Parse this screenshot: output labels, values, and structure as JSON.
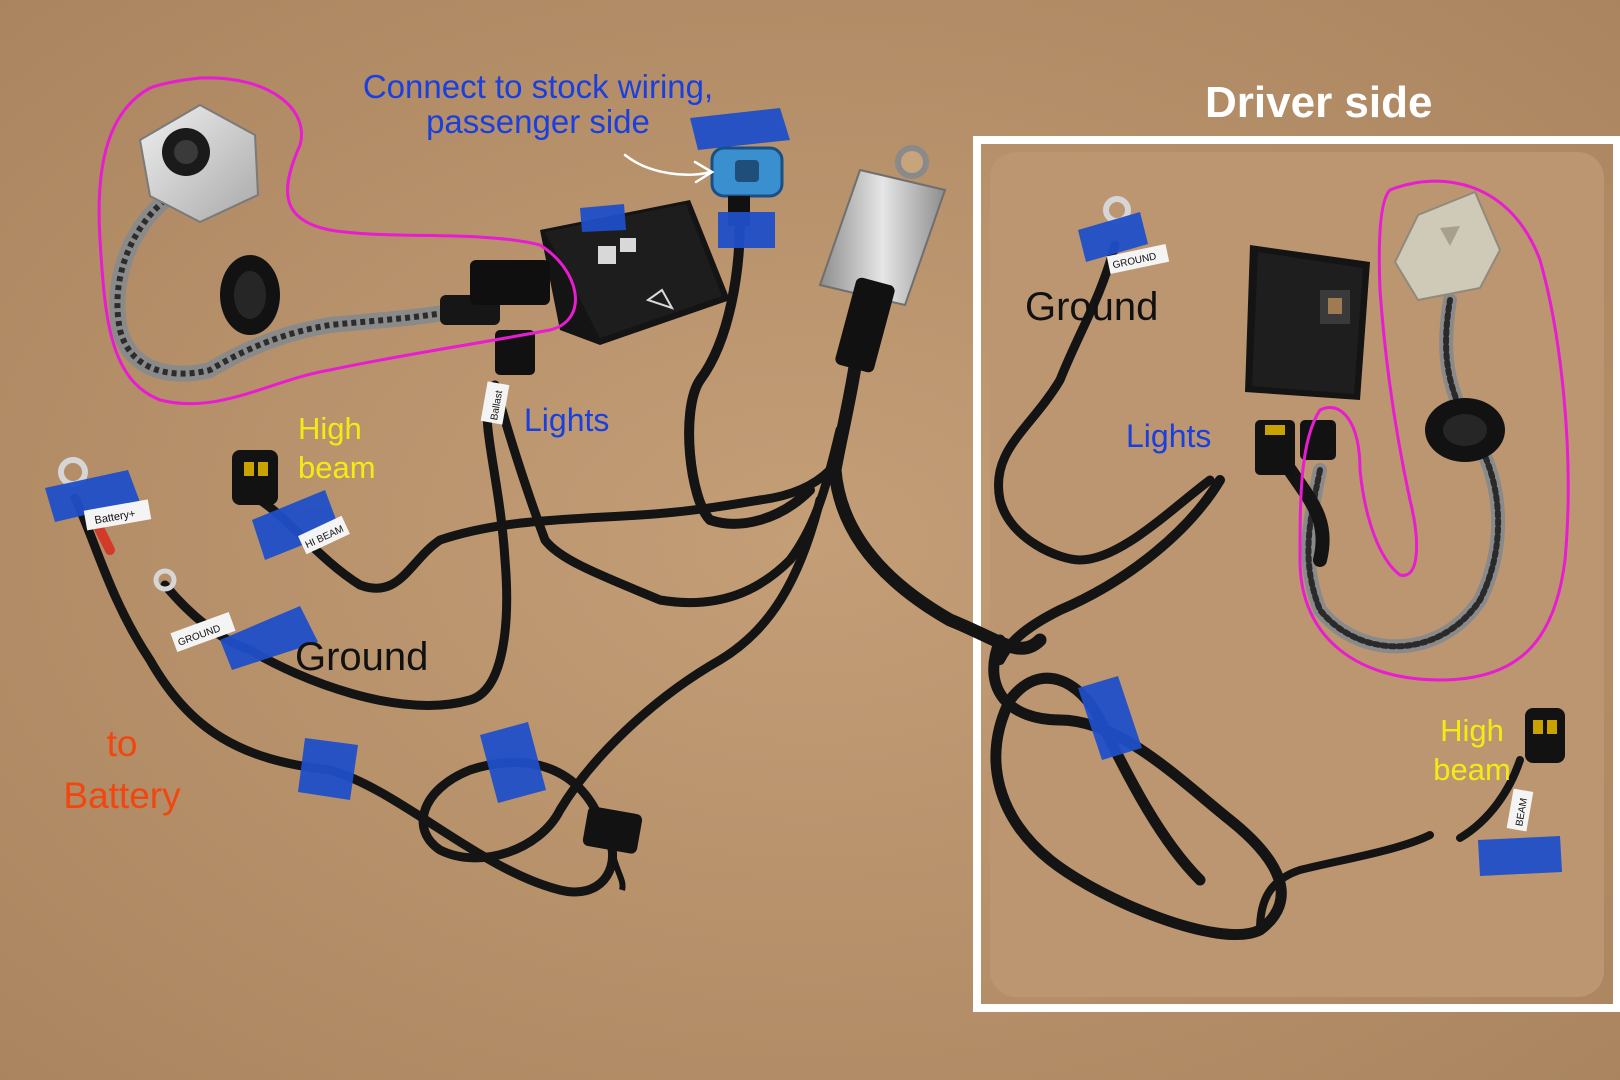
{
  "annotations": {
    "stock_wiring": "Connect to stock wiring,\npassenger side",
    "driver_side": "Driver side",
    "left_high_beam": "High\nbeam",
    "left_lights": "Lights",
    "left_ground": "Ground",
    "to_battery": "to\nBattery",
    "right_ground": "Ground",
    "right_lights": "Lights",
    "right_high_beam": "High\nbeam"
  },
  "wire_tags": {
    "battery": "Battery+",
    "ground_left": "GROUND",
    "hi_beam_left": "HI BEAM",
    "ballast": "Ballast",
    "ground_right": "GROUND",
    "beam_right": "BEAM"
  },
  "colors": {
    "background": "#b9916a",
    "highlight_outline": "#e81cd0",
    "tape": "#1f4fc8",
    "wire": "#141414",
    "label_blue": "#1a3fe0",
    "label_yellow": "#f3ec14",
    "label_orange": "#f2460f",
    "driver_box": "#ffffff"
  }
}
